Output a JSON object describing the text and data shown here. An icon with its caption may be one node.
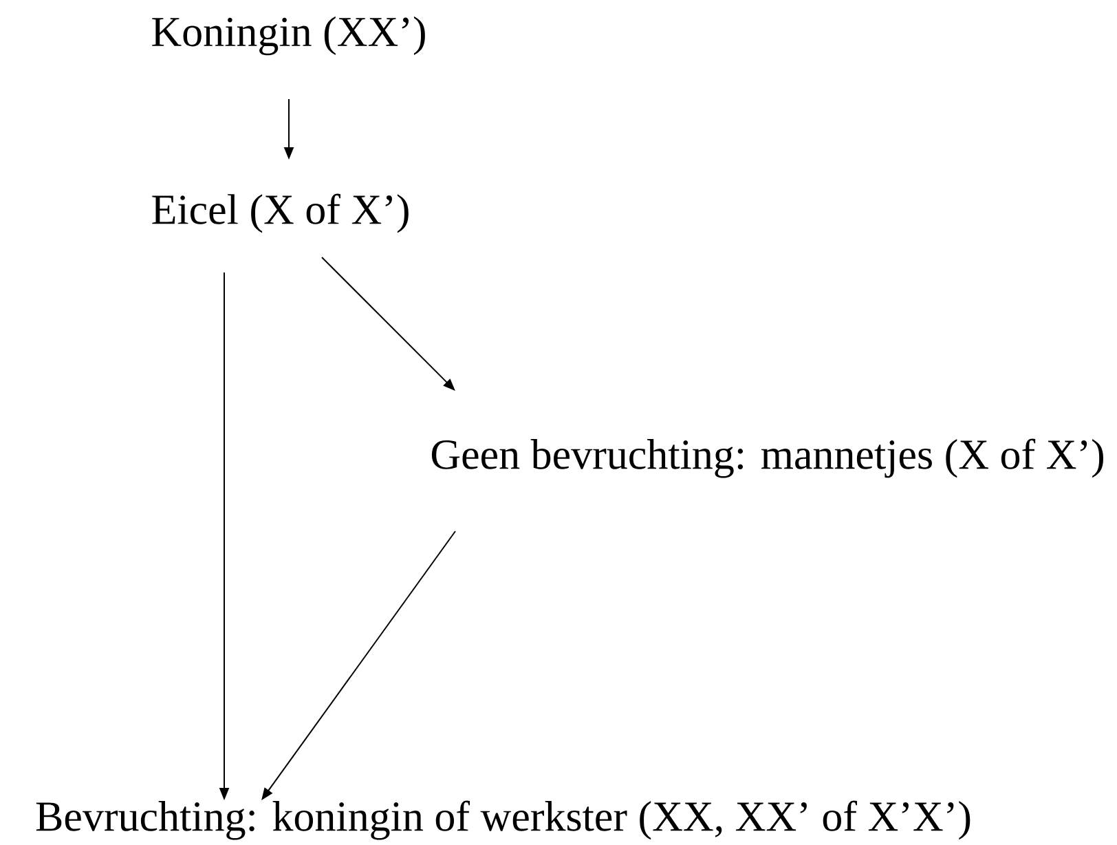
{
  "diagram": {
    "nodes": [
      {
        "text": [
          "Koningin (XX’)"
        ]
      },
      {
        "text": [
          "Eicel (X of X’)"
        ]
      },
      {
        "text": [
          "Geen bevruchting: mannetjes (X of X’)"
        ]
      },
      {
        "text": [
          "Bevruchting: koningin of werkster (XX, XX’ of X’X’)"
        ]
      }
    ],
    "edges": [
      {
        "from": 0,
        "to": 1,
        "arrow": "to"
      },
      {
        "from": 1,
        "to": 3,
        "arrow": "to"
      },
      {
        "from": 1,
        "to": 2,
        "arrow": "to"
      },
      {
        "from": 2,
        "to": 3,
        "arrow": "to"
      }
    ]
  }
}
